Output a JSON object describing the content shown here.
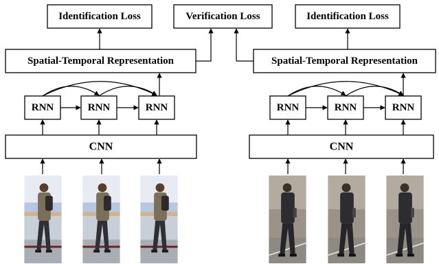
{
  "losses": {
    "left": "Identification Loss",
    "center": "Verification Loss",
    "right": "Identification Loss"
  },
  "representation": {
    "left": "Spatial-Temporal Representation",
    "right": "Spatial-Temporal Representation"
  },
  "rnn_label": "RNN",
  "cnn_label": "CNN",
  "colors": {
    "stroke": "#000000",
    "box_fill": "#ffffff"
  }
}
